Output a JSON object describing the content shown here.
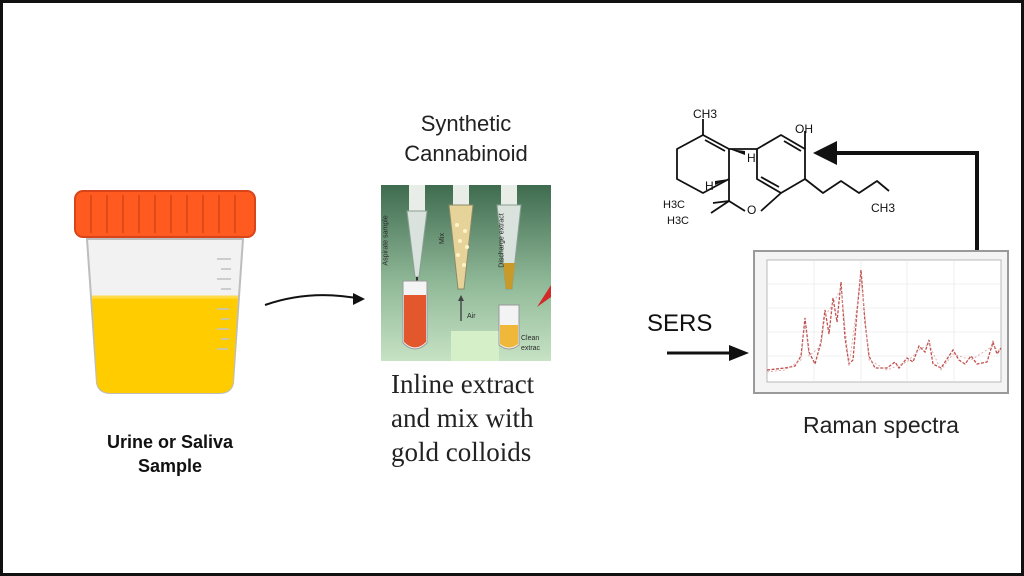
{
  "sample": {
    "label_line1": "Urine or Saliva",
    "label_line2": "Sample",
    "container_color": "#ff5a1f",
    "liquid_color": "#ffcc00"
  },
  "extraction": {
    "title_line1": "Synthetic",
    "title_line2": "Cannabinoid",
    "photo_labels": [
      "Aspirate sample",
      "Mix",
      "Discharge extract",
      "Air",
      "Clean",
      "extrac"
    ],
    "caption_line1": "Inline extract",
    "caption_line2": "and mix with",
    "caption_line3": "gold colloids"
  },
  "molecule": {
    "labels": [
      "CH3",
      "OH",
      "H",
      "H",
      "H3C",
      "H3C",
      "O",
      "CH3"
    ]
  },
  "sers": {
    "label": "SERS"
  },
  "spectrum": {
    "caption": "Raman spectra",
    "line_color": "#c0504d"
  }
}
